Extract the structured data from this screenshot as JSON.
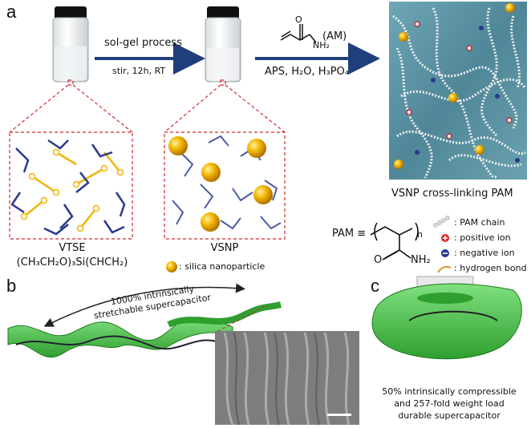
{
  "panel_a": {
    "letter": "a",
    "step1_label": "sol-gel process",
    "step1_conditions": "stir, 12h, RT",
    "step2_monomer": "(AM)",
    "step2_conditions": "APS, H₂O, H₃PO₄",
    "am_structure_o": "O",
    "am_structure_nh2": "NH₂",
    "vtse_name": "VTSE",
    "vtse_formula": "(CH₃CH₂O)₃Si(CHCH₂)",
    "vsnp_name": "VSNP",
    "silica_legend": ": silica nanoparticle",
    "network_caption": "VSNP cross-linking PAM",
    "pam_prefix": "PAM ≡",
    "pam_o": "O",
    "pam_nh2": "NH₂",
    "pam_n": "n",
    "legend": [
      {
        "icon": "pam-chain-icon",
        "text": ": PAM chain"
      },
      {
        "icon": "positive-ion-icon",
        "text": ": positive ion"
      },
      {
        "icon": "negative-ion-icon",
        "text": ": negative ion"
      },
      {
        "icon": "hydrogen-bond-icon",
        "text": ": hydrogen bond"
      }
    ]
  },
  "panel_b": {
    "letter": "b",
    "stretch_line1": "1000% intrinsically",
    "stretch_line2": "stretchable supercapacitor"
  },
  "panel_c": {
    "letter": "c",
    "caption_line1": "50% intrinsically compressible",
    "caption_line2": "and 257-fold weight load",
    "caption_line3": "durable supercapacitor"
  },
  "colors": {
    "arrow": "#1f3f7a",
    "dashed": "#d2282e",
    "gold": "#f1b400",
    "chain": "#2a3a8c",
    "gel": "#5f96a8",
    "green": "#3fbf3f"
  }
}
